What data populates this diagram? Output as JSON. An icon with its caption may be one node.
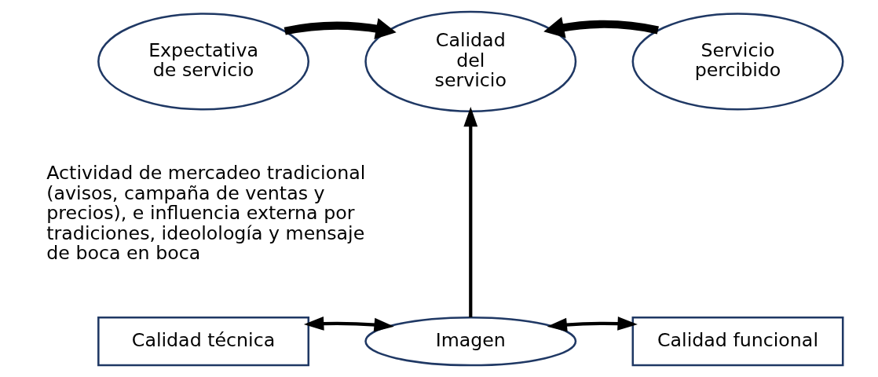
{
  "diagram": {
    "nodes": [
      {
        "text": [
          "Expectativa de servicio"
        ]
      },
      {
        "text": [
          "Calidad del servicio"
        ]
      },
      {
        "text": [
          "Servicio percibido"
        ]
      },
      {
        "text": [
          "Imagen"
        ]
      },
      {
        "text": [
          "Calidad técnica"
        ]
      },
      {
        "text": [
          "Calidad funcional"
        ]
      }
    ],
    "edges": [
      {
        "from": 0,
        "to": 1,
        "arrow": "to",
        "style": "thick"
      },
      {
        "from": 2,
        "to": 1,
        "arrow": "to",
        "style": "thick"
      },
      {
        "from": 3,
        "to": 1,
        "arrow": "to"
      },
      {
        "from": 3,
        "to": 4,
        "arrow": "both"
      },
      {
        "from": 3,
        "to": 5,
        "arrow": "both"
      }
    ],
    "labels": [
      "Actividad de mercadeo tradicional (avisos, campaña de ventas y precios), e influencia externa por tradiciones, ideolología y mensaje de boca en boca"
    ]
  }
}
